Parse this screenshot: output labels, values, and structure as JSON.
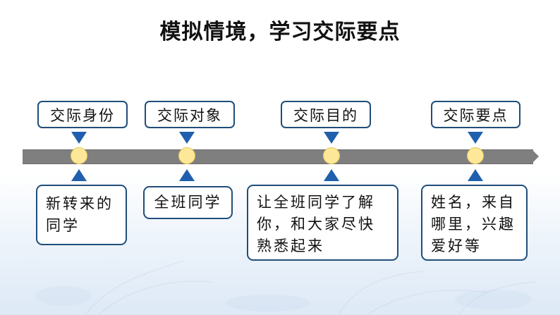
{
  "title": "模拟情境，学习交际要点",
  "stages": [
    {
      "label": "交际身份",
      "content": "新转来的同学"
    },
    {
      "label": "交际对象",
      "content": "全班同学"
    },
    {
      "label": "交际目的",
      "content": "让全班同学了解你，和大家尽快熟悉起来"
    },
    {
      "label": "交际要点",
      "content": "姓名，来自哪里，兴趣爱好等"
    }
  ],
  "colors": {
    "box_border": "#1f4e79",
    "triangle": "#1f5fae",
    "node_fill": "#fde899",
    "timeline": "#7f7f7f"
  }
}
